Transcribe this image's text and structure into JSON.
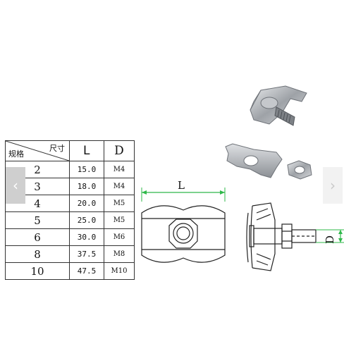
{
  "table": {
    "header_top": "尺寸",
    "header_bottom": "规格",
    "col_L": "L",
    "col_D": "D",
    "rows": [
      {
        "size": "2",
        "L": "15.0",
        "D": "M4"
      },
      {
        "size": "3",
        "L": "18.0",
        "D": "M4"
      },
      {
        "size": "4",
        "L": "20.0",
        "D": "M5"
      },
      {
        "size": "5",
        "L": "25.0",
        "D": "M5"
      },
      {
        "size": "6",
        "L": "30.0",
        "D": "M6"
      },
      {
        "size": "8",
        "L": "37.5",
        "D": "M8"
      },
      {
        "size": "10",
        "L": "47.5",
        "D": "M10"
      }
    ]
  },
  "drawing": {
    "length_label": "L",
    "diameter_label": "D"
  },
  "nav": {
    "prev_icon": "chevron-left-icon",
    "next_icon": "chevron-right-icon",
    "prev_glyph": "‹",
    "next_glyph": "›"
  },
  "colors": {
    "dimension_line": "#2fb84a",
    "steel": "#b9bcc0"
  }
}
